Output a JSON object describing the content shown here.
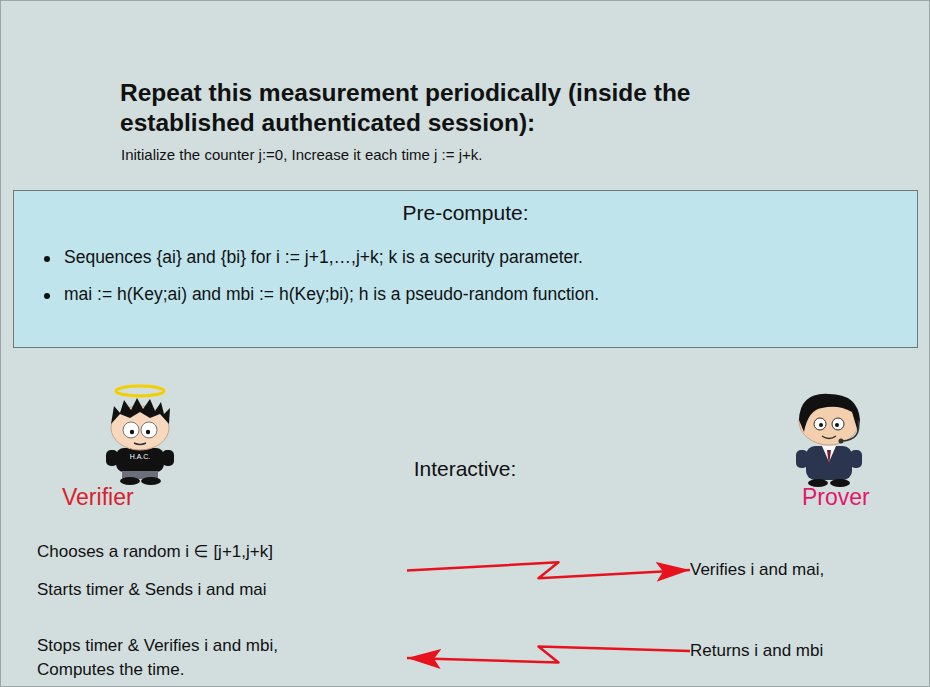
{
  "diagram": {
    "title": "Repeat this measurement periodically (inside the established authenticated session):",
    "nodes": [
      {
        "text": [
          "Pre-compute:",
          "Sequences {ai} and {bi} for i := j+1,…,j+k; k is a security parameter.",
          "mai := h(Key;ai) and mbi := h(Key;bi); h is a pseudo-random function."
        ]
      },
      {
        "text": [
          "Chooses a random i ∈ [j+1,j+k]",
          "Starts timer & Sends i and mai"
        ]
      },
      {
        "text": [
          "Verifies i and mai,"
        ]
      },
      {
        "text": [
          "Returns i and mbi"
        ]
      },
      {
        "text": [
          "Stops timer & Verifies i and mbi,",
          "Computes the time."
        ]
      }
    ],
    "edges": [
      {
        "from": 1,
        "to": 2,
        "arrow": "to"
      },
      {
        "from": 3,
        "to": 4,
        "arrow": "to"
      }
    ],
    "labels": [
      "Initialize the counter j:=0, Increase it each time j := j+k.",
      "Interactive:",
      "Verifier",
      "Prover",
      "H.A.C."
    ]
  }
}
